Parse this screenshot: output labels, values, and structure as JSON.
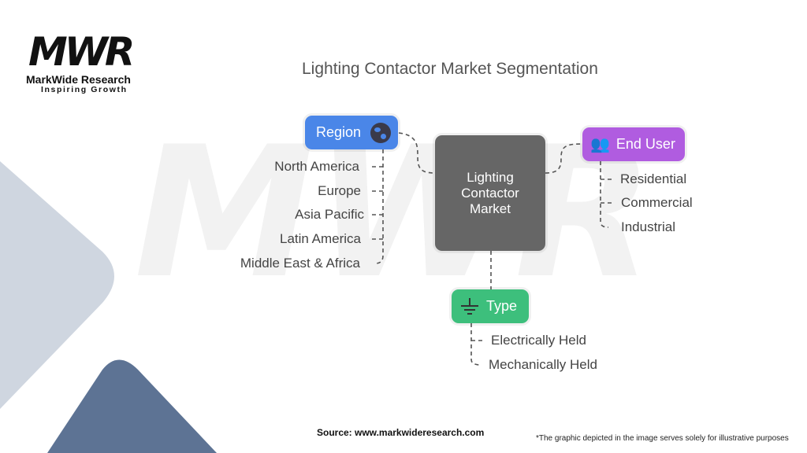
{
  "logo": {
    "mark": "MWR",
    "name": "MarkWide Research",
    "tagline": "Inspiring Growth"
  },
  "title": "Lighting Contactor Market Segmentation",
  "center": {
    "label_lines": [
      "Lighting",
      "Contactor",
      "Market"
    ]
  },
  "region": {
    "label": "Region",
    "icon": "globe-icon",
    "color": "#4a86e8",
    "items": [
      "North America",
      "Europe",
      "Asia Pacific",
      "Latin America",
      "Middle East & Africa"
    ]
  },
  "end_user": {
    "label": "End User",
    "icon": "users-refresh-icon",
    "color": "#b05ce0",
    "items": [
      "Residential",
      "Commercial",
      "Industrial"
    ]
  },
  "type": {
    "label": "Type",
    "icon": "ground-icon",
    "color": "#3dbf7c",
    "items": [
      "Electrically Held",
      "Mechanically Held"
    ]
  },
  "footer": {
    "source": "Source: www.markwideresearch.com",
    "note": "*The graphic depicted in the image serves solely for illustrative purposes"
  }
}
